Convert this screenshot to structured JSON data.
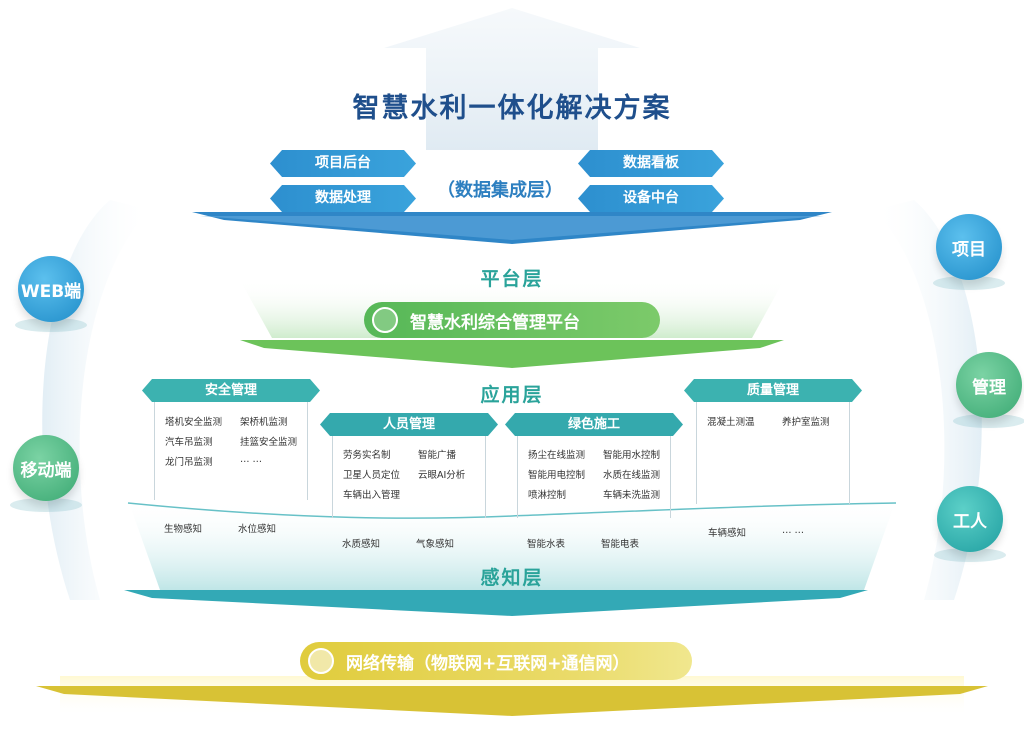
{
  "title": "智慧水利一体化解决方案",
  "data_layer": {
    "label": "（数据集成层）",
    "left_tags": [
      "项目后台",
      "数据处理"
    ],
    "right_tags": [
      "数据看板",
      "设备中台"
    ]
  },
  "platform_layer": {
    "label": "平台层",
    "pill": "智慧水利综合管理平台"
  },
  "application_layer": {
    "label": "应用层",
    "modules": [
      {
        "name": "安全管理",
        "items": [
          "塔机安全监测",
          "架桥机监测",
          "汽车吊监测",
          "挂篮安全监测",
          "龙门吊监测",
          "… …"
        ],
        "sensing": [
          "生物感知",
          "水位感知"
        ]
      },
      {
        "name": "人员管理",
        "items": [
          "劳务实名制",
          "智能广播",
          "卫星人员定位",
          "云眼AI分析",
          "车辆出入管理"
        ],
        "sensing": [
          "水质感知",
          "气象感知"
        ]
      },
      {
        "name": "绿色施工",
        "items": [
          "扬尘在线监测",
          "智能用水控制",
          "智能用电控制",
          "水质在线监测",
          "喷淋控制",
          "车辆未洗监测"
        ],
        "sensing": [
          "智能水表",
          "智能电表"
        ]
      },
      {
        "name": "质量管理",
        "items": [
          "混凝土测温",
          "养护室监测"
        ],
        "sensing": [
          "车辆感知",
          "… …"
        ]
      }
    ]
  },
  "sensing_layer": {
    "label": "感知层"
  },
  "network": {
    "pill": "网络传输（物联网+互联网+通信网）"
  },
  "left_clients": [
    "WEB端",
    "移动端"
  ],
  "right_users": [
    "项目",
    "管理",
    "工人"
  ],
  "colors": {
    "title": "#1f4f8c",
    "tag_blue": "#2d8fcf",
    "layer_teal": "#2aa39a",
    "platform_green": "#5cbf5a",
    "module_teal": "#38b0b0",
    "network_yellow": "#d9c436"
  }
}
